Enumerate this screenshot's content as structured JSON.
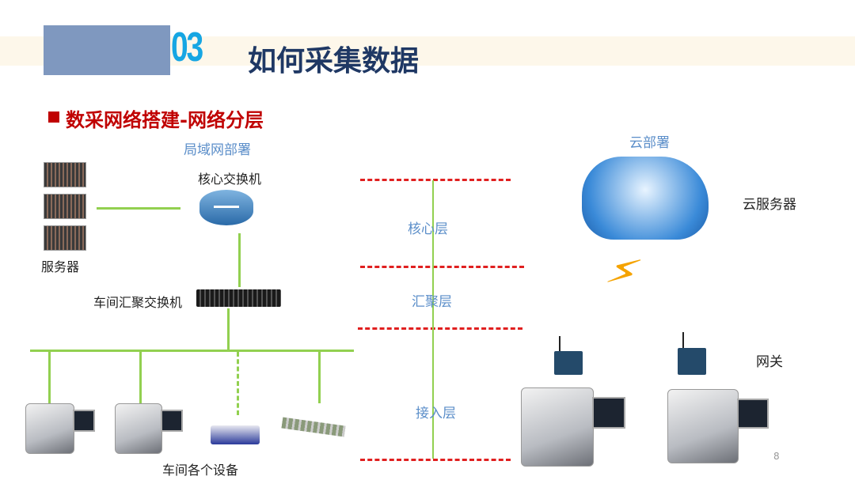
{
  "header": {
    "section_number": "03",
    "title": "如何采集数据"
  },
  "subtitle": "数采网络搭建-网络分层",
  "lan": {
    "heading": "局域网部署",
    "core_switch": "核心交换机",
    "servers": "服务器",
    "agg_switch": "车间汇聚交换机",
    "devices": "车间各个设备"
  },
  "layers": {
    "core": "核心层",
    "aggregation": "汇聚层",
    "access": "接入层"
  },
  "cloud": {
    "heading": "云部署",
    "cloud_server": "云服务器",
    "gateway": "网关"
  },
  "page_number": "8"
}
